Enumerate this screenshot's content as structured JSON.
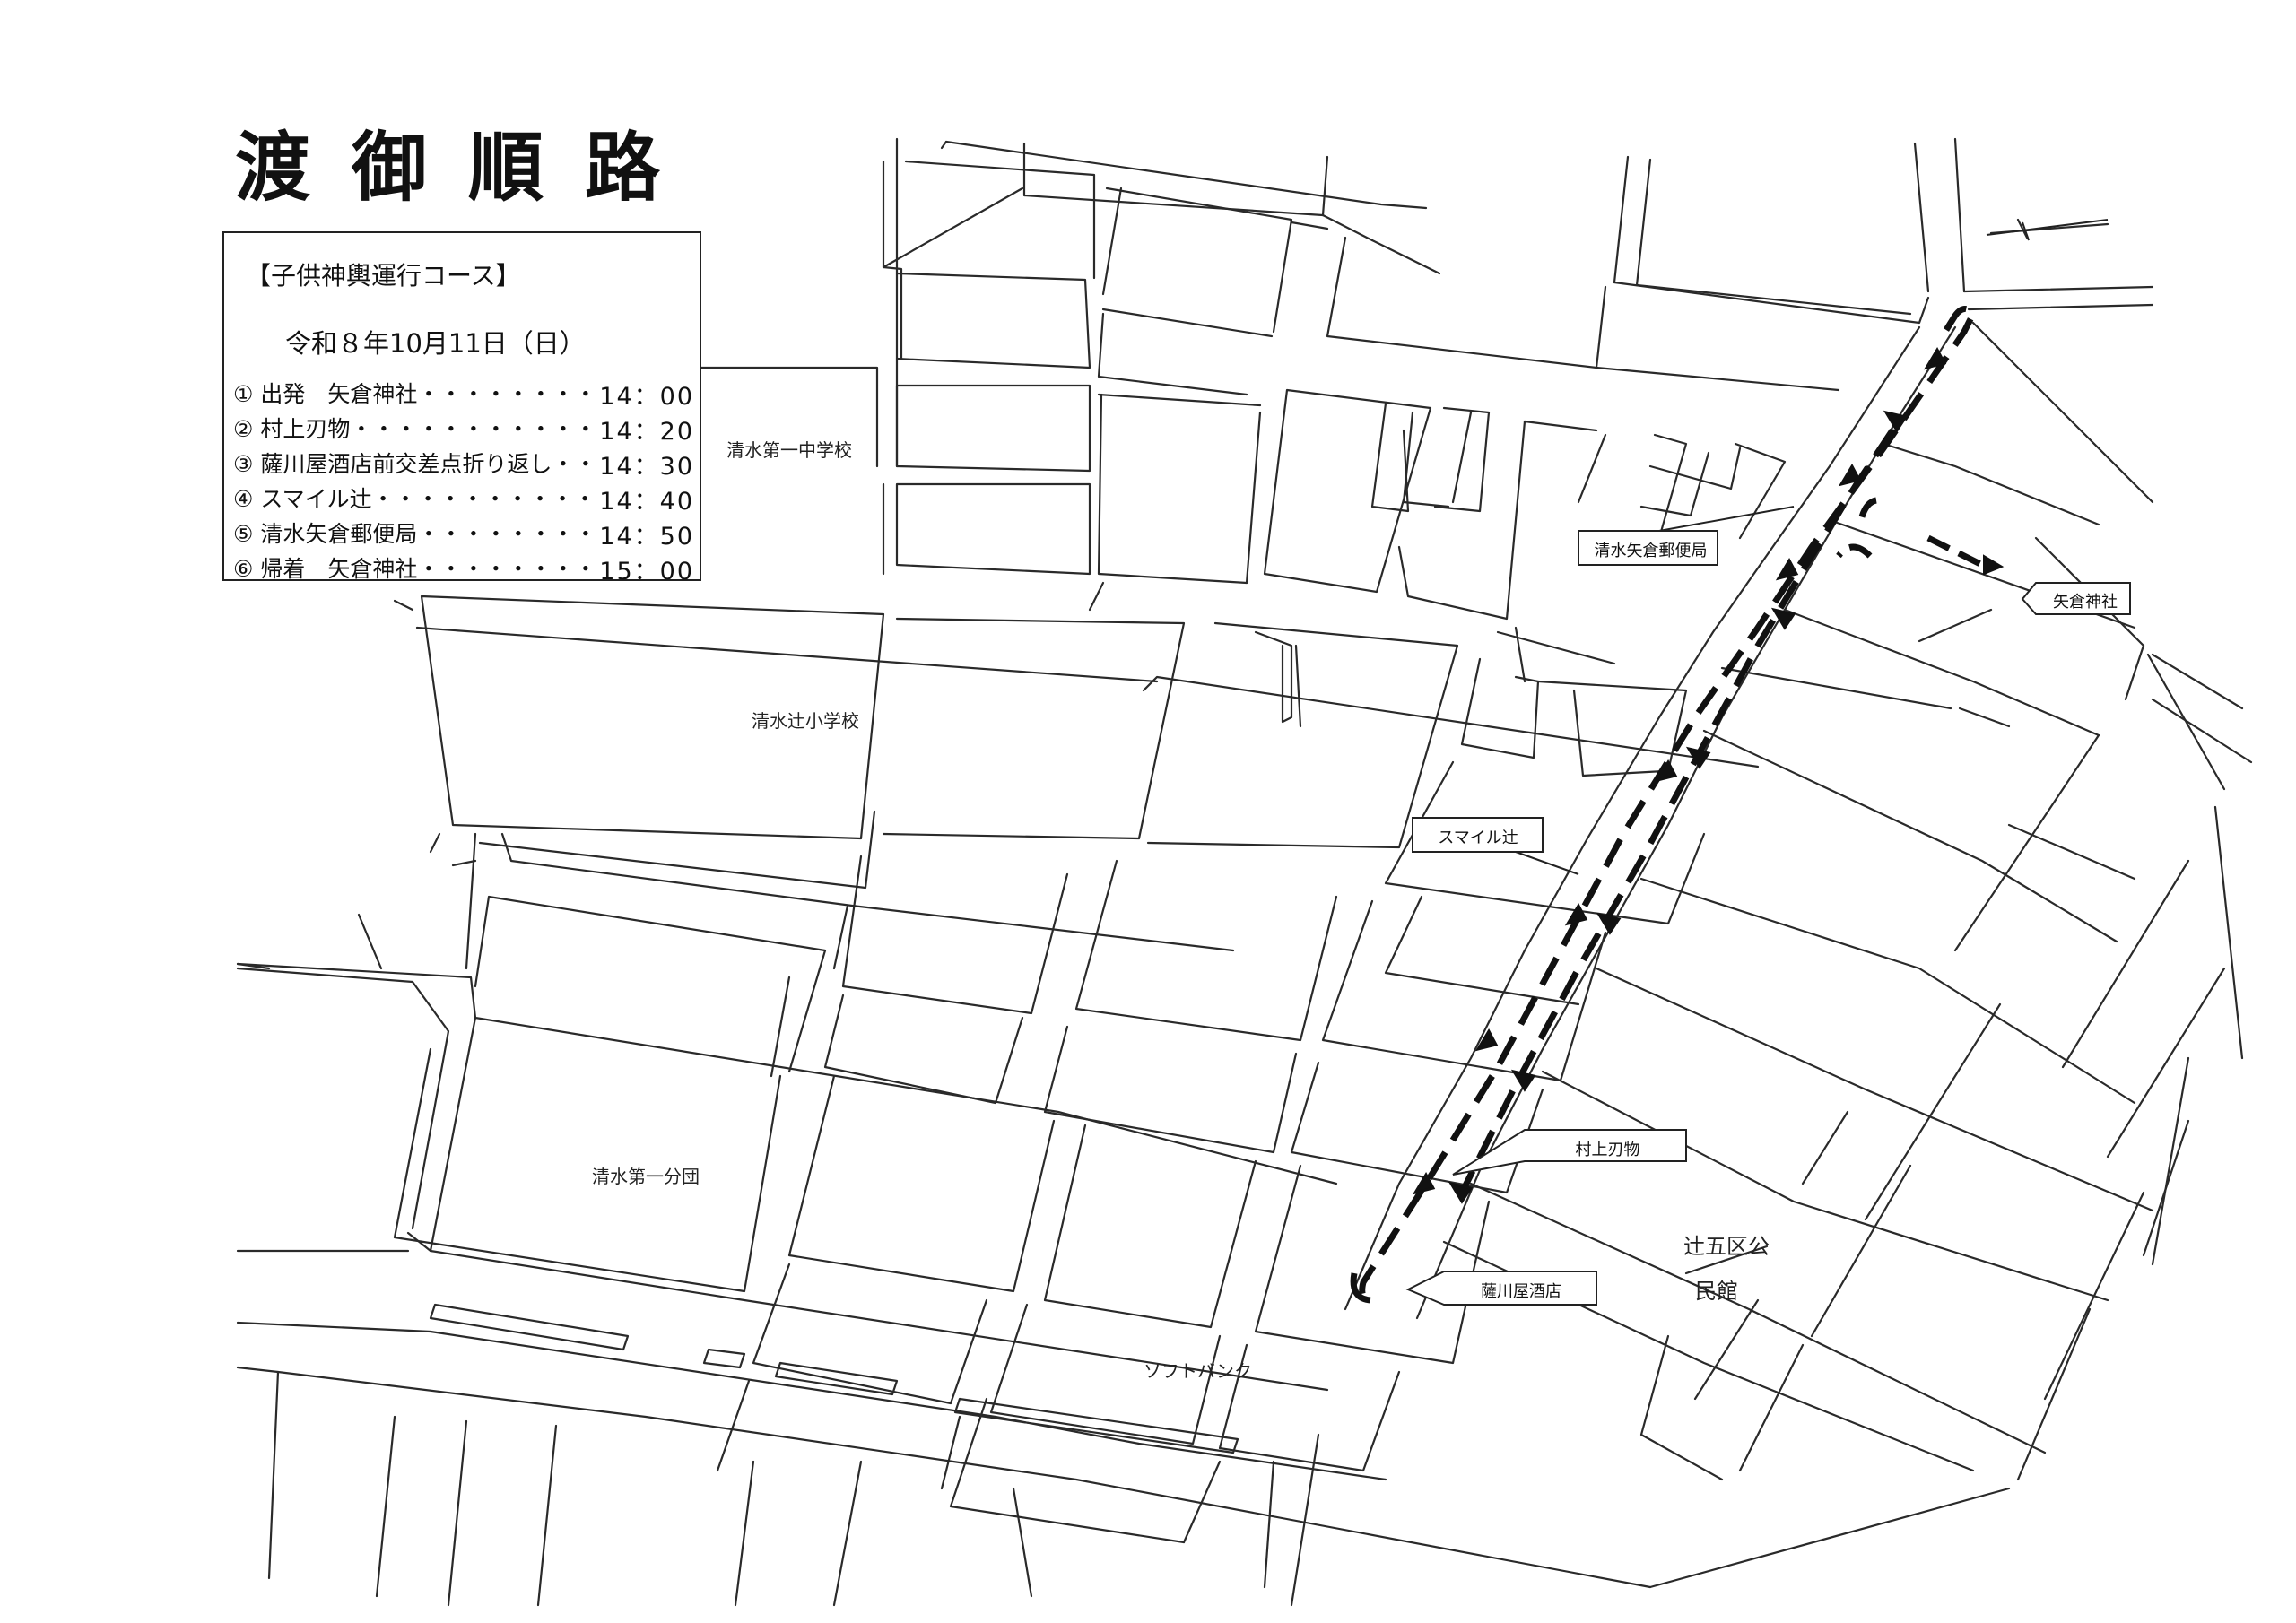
{
  "title": "渡御順路",
  "schedule": {
    "heading": "【子供神輿運行コース】",
    "date": "令和８年10月11日（日）",
    "items": [
      {
        "label": "① 出発　矢倉神社・・・・・・・・",
        "time": "14：00"
      },
      {
        "label": "② 村上刃物・・・・・・・・・・・",
        "time": "14：20"
      },
      {
        "label": "③ 薩川屋酒店前交差点折り返し・・",
        "time": "14：30"
      },
      {
        "label": "④ スマイル辻・・・・・・・・・・",
        "time": "14：40"
      },
      {
        "label": "⑤ 清水矢倉郵便局・・・・・・・・",
        "time": "14：50"
      },
      {
        "label": "⑥ 帰着　矢倉神社・・・・・・・・",
        "time": "15：00"
      }
    ]
  },
  "map_labels": {
    "junior_high": "清水第一中学校",
    "elementary": "清水辻小学校",
    "fire_brigade": "清水第一分団",
    "softbank": "ソフトバンク",
    "hall_line1": "辻五区公",
    "hall_line2": "民館"
  },
  "callouts": {
    "post_office": "清水矢倉郵便局",
    "shrine": "矢倉神社",
    "smile": "スマイル辻",
    "murakami": "村上刃物",
    "satsukawaya": "薩川屋酒店"
  },
  "colors": {
    "road_line": "#2a2a2a",
    "route": "#111111",
    "paper": "#ffffff"
  },
  "icons": {
    "north_arrow": "north-arrow-icon"
  }
}
